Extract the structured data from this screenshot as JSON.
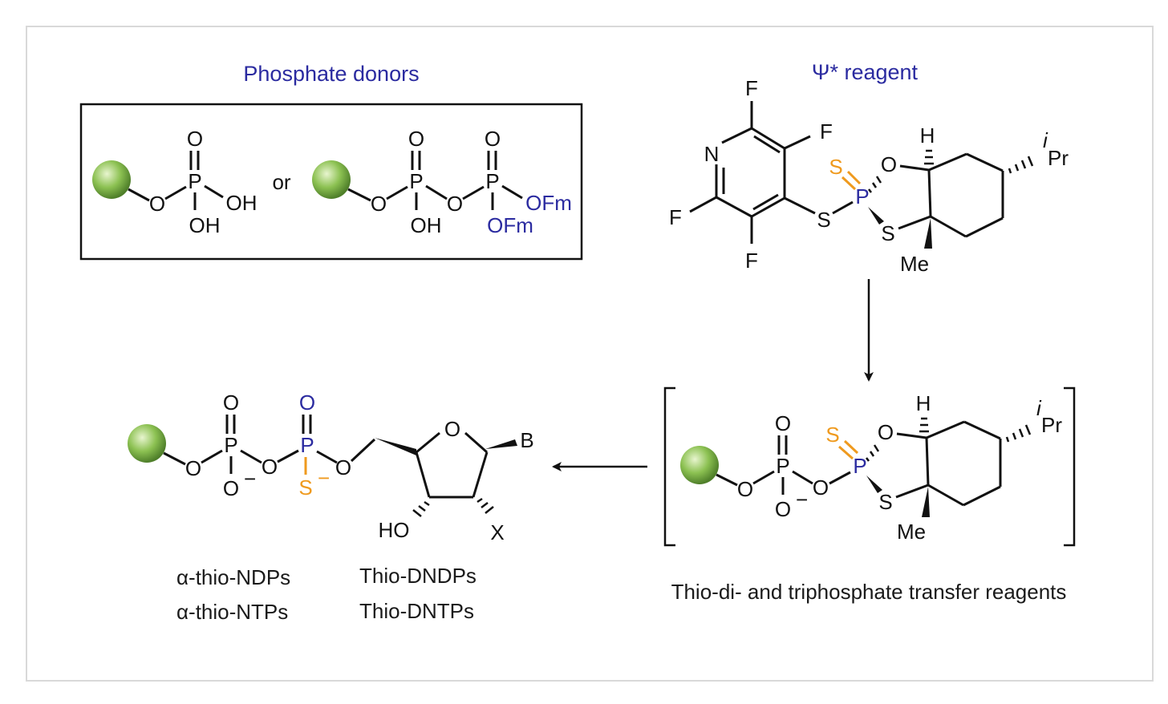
{
  "titles": {
    "donors": "Phosphate donors",
    "reagent": "Ψ* reagent"
  },
  "atoms": {
    "O": "O",
    "P": "P",
    "OH": "OH",
    "OFm": "OFm",
    "S": "S",
    "F": "F",
    "N": "N",
    "H": "H",
    "Me": "Me",
    "iPr_sup": "i",
    "iPr_main": "Pr",
    "HO": "HO",
    "B": "B",
    "X": "X",
    "minus": "−",
    "or": "or"
  },
  "products": {
    "alpha_ndp": "α-thio-NDPs",
    "alpha_ntp": "α-thio-NTPs",
    "thio_dndp": "Thio-DNDPs",
    "thio_dntp": "Thio-DNTPs"
  },
  "caption_transfer": "Thio-di- and triphosphate transfer reagents",
  "colors": {
    "blue": "#2b2ba0",
    "orange": "#ef9a1e",
    "bead": "#6ea43a"
  }
}
